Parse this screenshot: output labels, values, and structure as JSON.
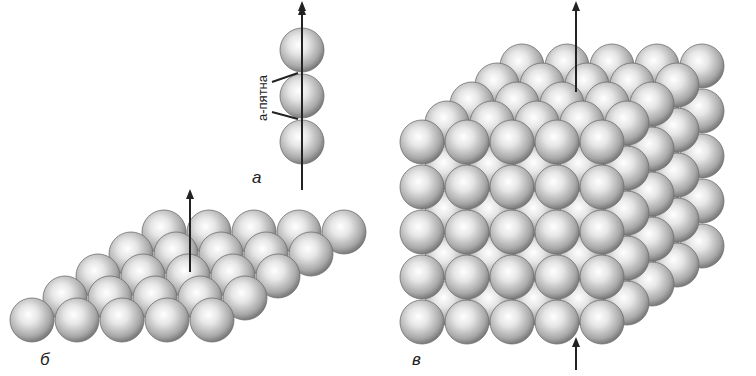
{
  "diagram": {
    "labels": [
      "а-пятна",
      "а",
      "б",
      "в"
    ]
  }
}
